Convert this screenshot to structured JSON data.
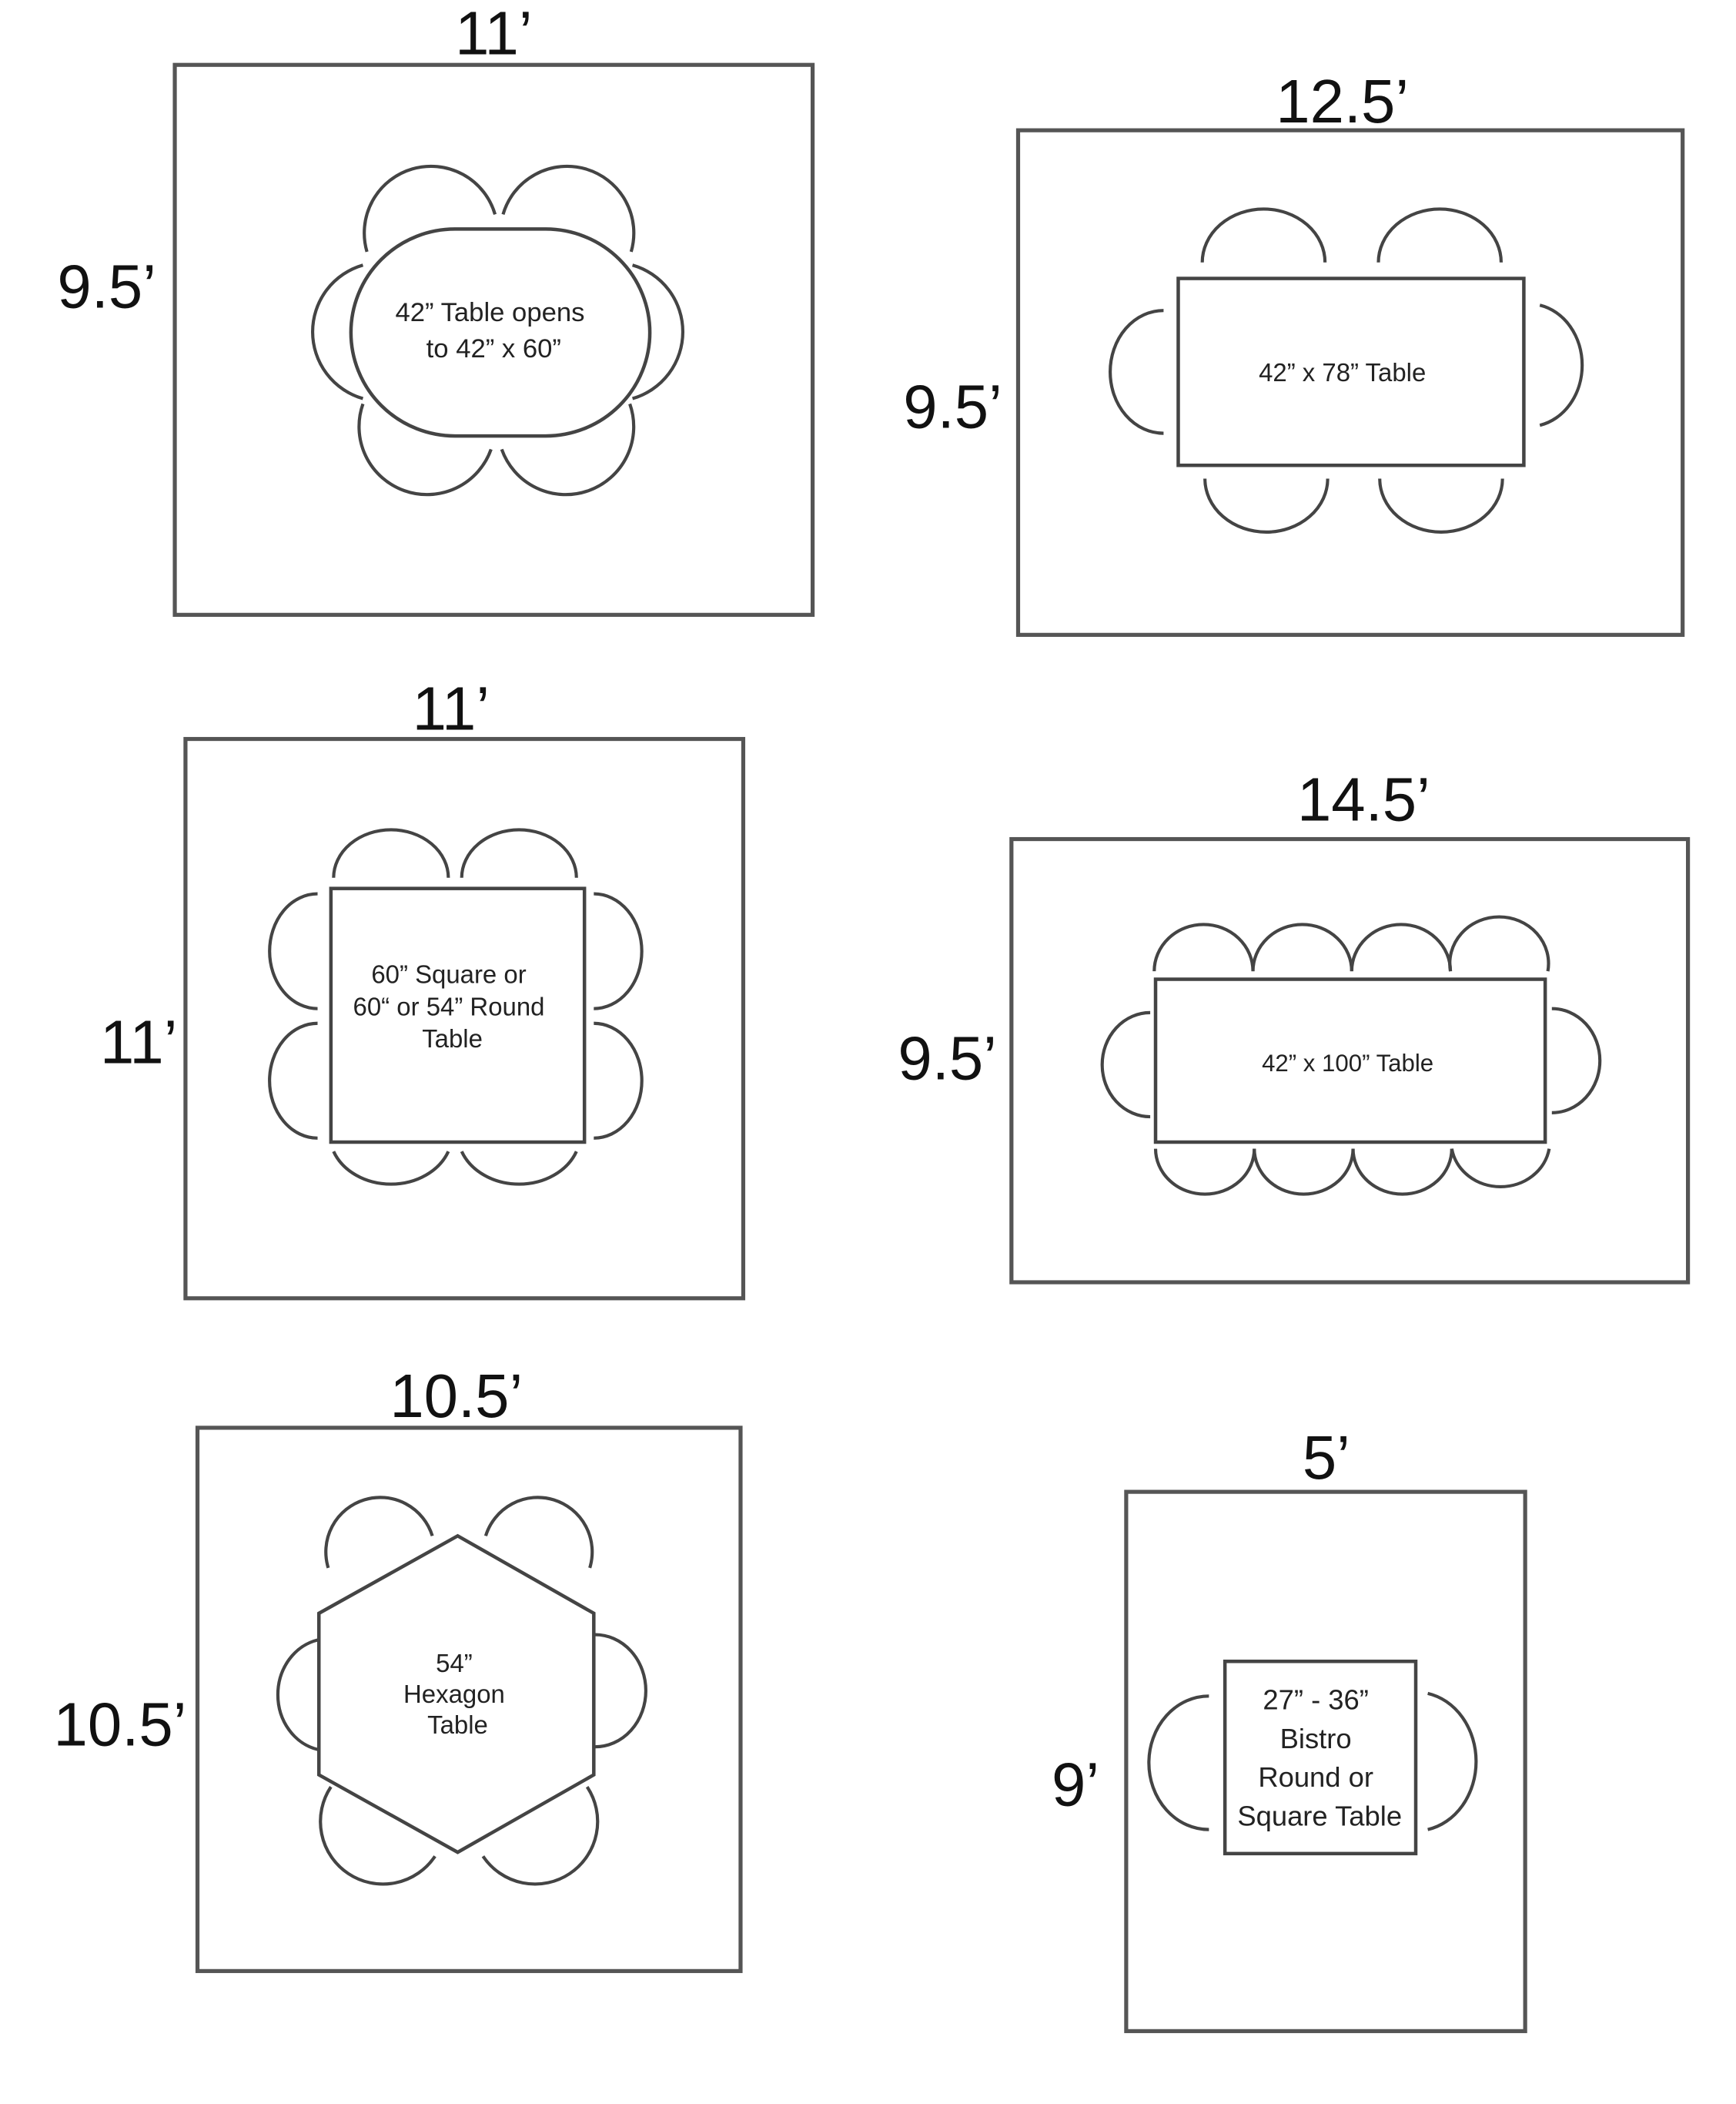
{
  "layouts": [
    {
      "width_label": "11’",
      "height_label": "9.5’",
      "table_label": [
        "42” Table opens",
        "to 42” x 60”"
      ]
    },
    {
      "width_label": "12.5’",
      "height_label": "9.5’",
      "table_label": [
        "42” x 78” Table"
      ]
    },
    {
      "width_label": "11’",
      "height_label": "11’",
      "table_label": [
        "60” Square or",
        "60“ or 54” Round",
        "Table"
      ]
    },
    {
      "width_label": "14.5’",
      "height_label": "9.5’",
      "table_label": [
        "42” x 100” Table"
      ]
    },
    {
      "width_label": "10.5’",
      "height_label": "10.5’",
      "table_label": [
        "54”",
        "Hexagon",
        "Table"
      ]
    },
    {
      "width_label": "5’",
      "height_label": "9’",
      "table_label": [
        "27” - 36”",
        "Bistro",
        "Round or",
        "Square Table"
      ]
    }
  ]
}
